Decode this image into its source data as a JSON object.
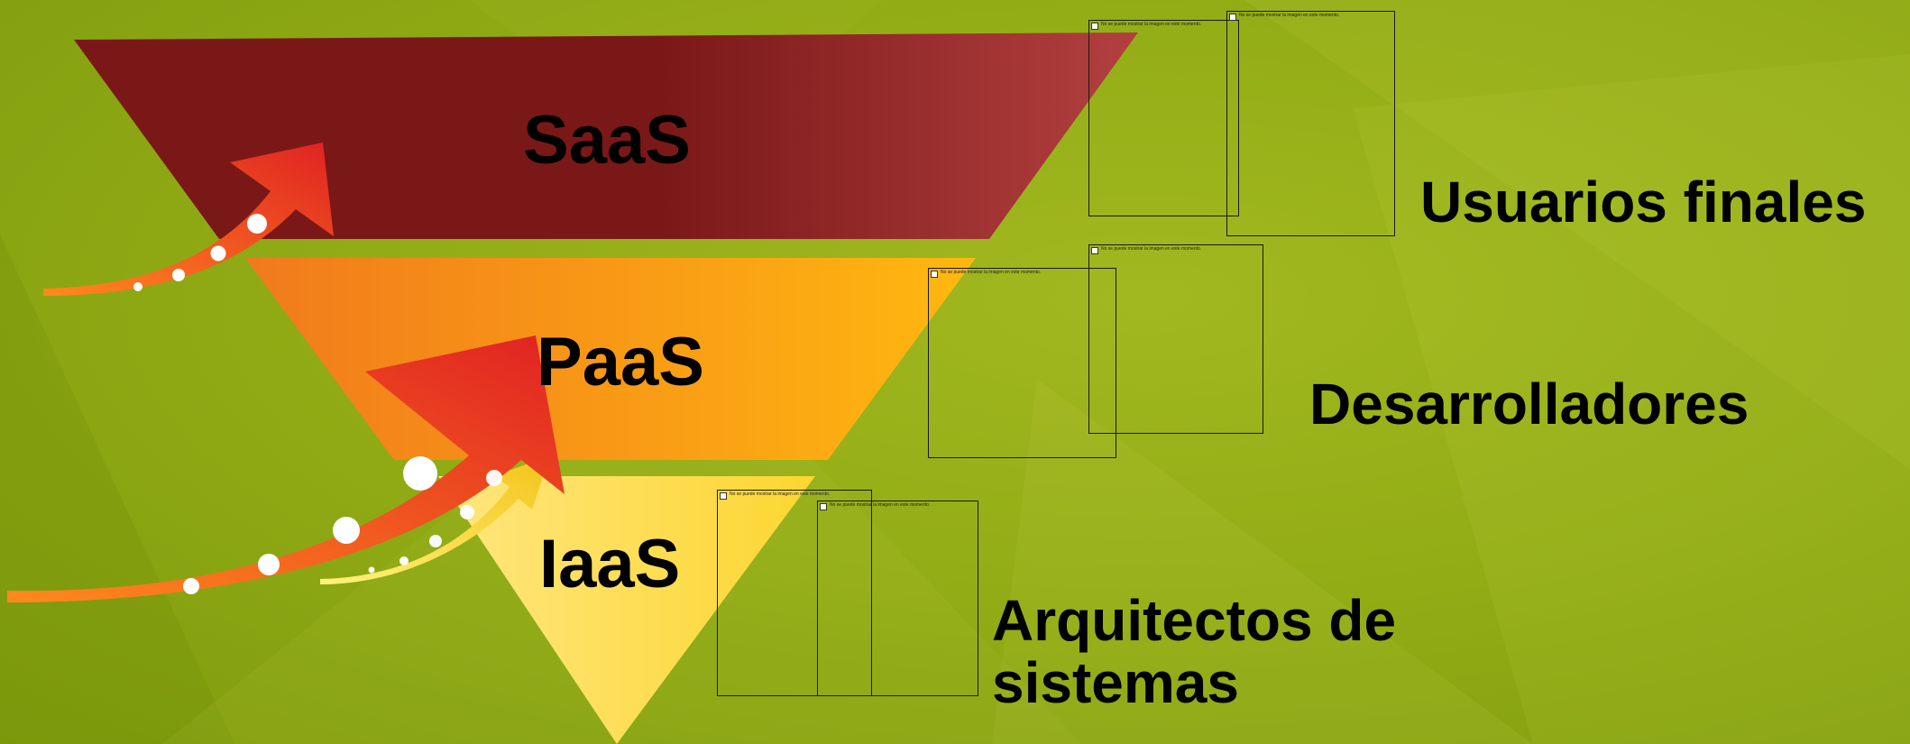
{
  "layers": [
    {
      "key": "saas",
      "label": "SaaS",
      "color_dark": "#7a1818",
      "color_light": "#b34040"
    },
    {
      "key": "paas",
      "label": "PaaS",
      "color_dark": "#f17a1c",
      "color_light": "#ffb810"
    },
    {
      "key": "iaas",
      "label": "IaaS",
      "color_dark": "#fcd630",
      "color_light": "#ffe680"
    }
  ],
  "audiences": [
    {
      "label": "Usuarios finales"
    },
    {
      "label": "Desarrolladores"
    },
    {
      "label": "Arquitectos de sistemas"
    }
  ],
  "image_placeholder_text": "No se puede mostrar la imagen en este momento.",
  "colors": {
    "background": "#93ad16",
    "arrow_start": "#ff8a1e",
    "arrow_end": "#e02222",
    "text": "#000000"
  }
}
